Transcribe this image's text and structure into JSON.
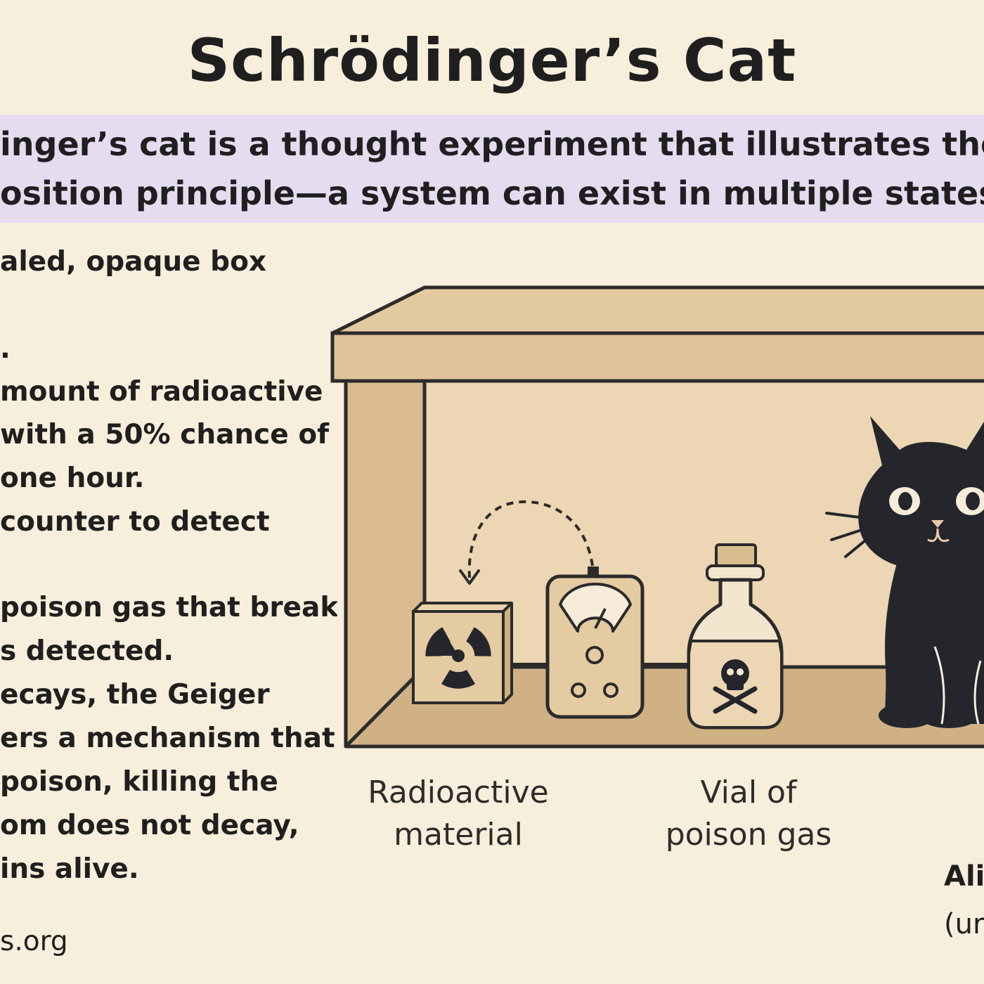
{
  "title": "Schrödinger’s Cat",
  "banner": {
    "line1": "inger’s cat is a thought experiment that illustrates the q",
    "line2": "osition principle—a system can exist in multiple states a"
  },
  "description_lines": [
    "aled, opaque box",
    ".",
    "mount of radioactive",
    "with a 50% chance of",
    "one hour.",
    "counter to detect",
    "poison gas that breaks",
    "s detected.",
    "ecays, the Geiger",
    "ers a mechanism that",
    "poison, killing the",
    "om does not decay,",
    "ins alive."
  ],
  "source": "s.org",
  "labels": {
    "radioactive": [
      "Radioactive",
      "material"
    ],
    "vial": [
      "Vial of",
      "poison gas"
    ]
  },
  "cat_state": {
    "bold": "Ali",
    "note": "(ur"
  },
  "colors": {
    "background": "#f8eedc",
    "banner": "#e5dcf0",
    "box_fill": "#dfc39a",
    "box_inner": "#ecd6b3",
    "outline": "#2b2b2b",
    "cat": "#24262c"
  }
}
